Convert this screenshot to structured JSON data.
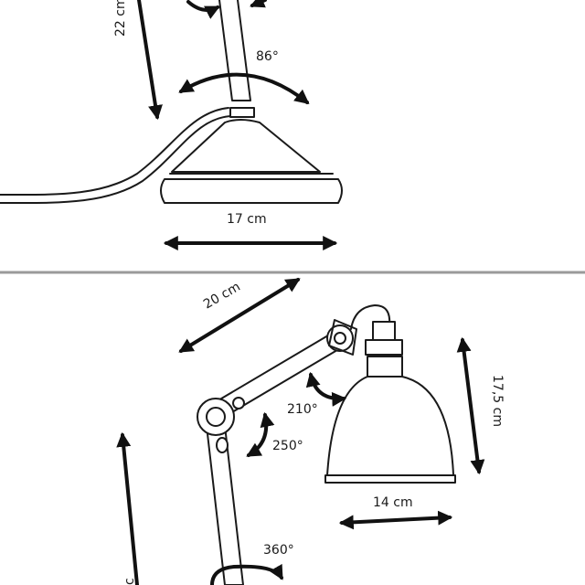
{
  "top_panel": {
    "height_label": "22 cm",
    "arm_rotation_label": "86°",
    "base_width_label": "17 cm"
  },
  "bottom_panel": {
    "arm_length_label": "20 cm",
    "shade_rotation_label": "210°",
    "elbow_rotation_label": "250°",
    "base_rotation_label": "360°",
    "shade_height_label": "17,5 cm",
    "shade_width_label": "14 cm",
    "partial_label": "c"
  },
  "colors": {
    "line": "#1a1a1a",
    "divider": "#9a9a9a",
    "background": "#ffffff"
  }
}
